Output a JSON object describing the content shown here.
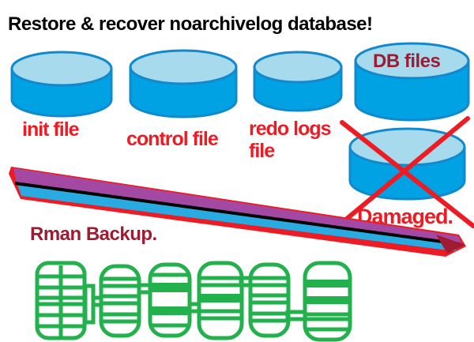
{
  "title": "Restore & recover noarchivelog database!",
  "cylinders": {
    "init": {
      "label": "init file"
    },
    "control": {
      "label": "control file"
    },
    "redo": {
      "label_line1": "redo logs",
      "label_line2": "file"
    },
    "db_files": {
      "label": "DB files"
    },
    "damaged": {
      "label": "Damaged."
    }
  },
  "backup": {
    "label": "Rman Backup."
  },
  "icons": {
    "database_cylinder": "database-cylinder-icon",
    "red_cross": "red-cross-icon",
    "backup_tape": "backup-tape-icon",
    "spool_chain": "tape-spool-chain-icon"
  },
  "colors": {
    "background": "#FFFFFF",
    "title_black": "#000000",
    "cylinder_body_blue": "#00A2E4",
    "cylinder_top_light_blue": "#A6DAEC",
    "cylinder_outline_blue": "#1189CC",
    "label_red": "#ED1C24",
    "label_dark_maroon": "#9E1B32",
    "tape_purple": "#A349A4",
    "tape_blue": "#29ABE2",
    "tape_black": "#000000",
    "tape_red_edge": "#ED1C24",
    "tape_tip_maroon": "#9E1B32",
    "cross_red": "#ED1C24",
    "spool_green": "#22B14C"
  }
}
